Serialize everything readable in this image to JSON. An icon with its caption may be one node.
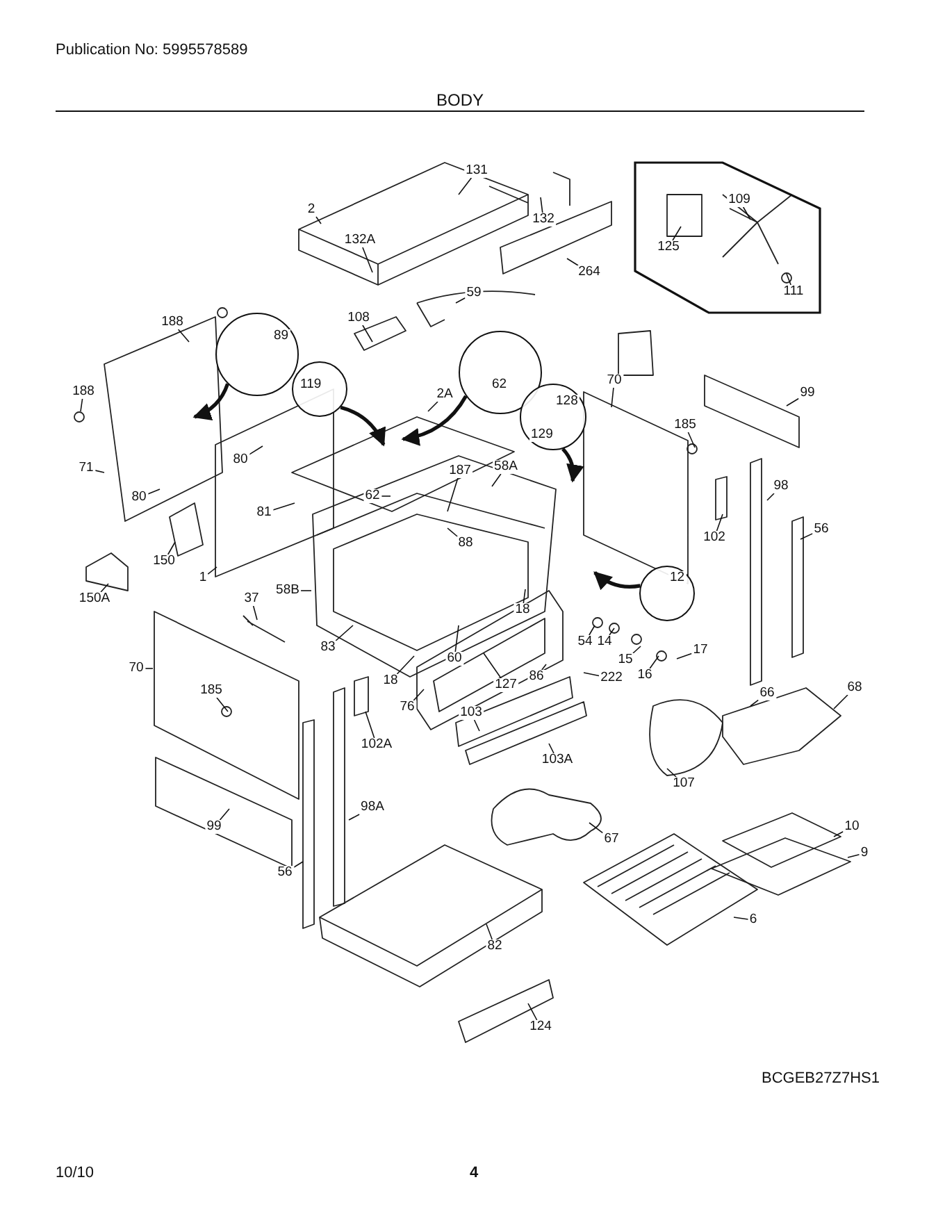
{
  "diagram": {
    "title": "BODY",
    "nodes": [
      {
        "text": [
          "131"
        ]
      },
      {
        "text": [
          "2"
        ]
      },
      {
        "text": [
          "132"
        ]
      },
      {
        "text": [
          "132A"
        ]
      },
      {
        "text": [
          "264"
        ]
      },
      {
        "text": [],
        "shape": "box"
      },
      {
        "text": [
          "125"
        ],
        "in": 5
      },
      {
        "text": [
          "109"
        ],
        "in": 5
      },
      {
        "text": [
          "111"
        ],
        "in": 5
      },
      {
        "text": [
          "59"
        ]
      },
      {
        "text": [
          "108"
        ]
      },
      {
        "text": [
          "188"
        ]
      },
      {
        "text": [
          "89"
        ]
      },
      {
        "text": [
          "62"
        ]
      },
      {
        "text": [
          "188"
        ]
      },
      {
        "text": [
          "70"
        ]
      },
      {
        "text": [
          "99"
        ]
      },
      {
        "text": [
          "2A"
        ]
      },
      {
        "text": [
          "119"
        ]
      },
      {
        "text": [
          "128",
          "129"
        ]
      },
      {
        "text": [
          "185"
        ]
      },
      {
        "text": [
          "80"
        ]
      },
      {
        "text": [
          "71"
        ]
      },
      {
        "text": [
          "187"
        ]
      },
      {
        "text": [
          "58A"
        ]
      },
      {
        "text": [
          "98"
        ]
      },
      {
        "text": [
          "62"
        ]
      },
      {
        "text": [
          "80"
        ]
      },
      {
        "text": [
          "81"
        ]
      },
      {
        "text": [
          "56"
        ]
      },
      {
        "text": [
          "102"
        ]
      },
      {
        "text": [
          "88"
        ]
      },
      {
        "text": [
          "150"
        ]
      },
      {
        "text": [
          "1"
        ]
      },
      {
        "text": [
          "58B"
        ]
      },
      {
        "text": [
          "150A"
        ]
      },
      {
        "text": [
          "37"
        ]
      },
      {
        "text": [
          "12"
        ]
      },
      {
        "text": [
          "18"
        ]
      },
      {
        "text": [
          "54"
        ]
      },
      {
        "text": [
          "14"
        ]
      },
      {
        "text": [
          "83"
        ]
      },
      {
        "text": [
          "60"
        ]
      },
      {
        "text": [
          "17"
        ]
      },
      {
        "text": [
          "15"
        ]
      },
      {
        "text": [
          "70"
        ]
      },
      {
        "text": [
          "16"
        ]
      },
      {
        "text": [
          "86"
        ]
      },
      {
        "text": [
          "222"
        ]
      },
      {
        "text": [
          "18"
        ]
      },
      {
        "text": [
          "127"
        ]
      },
      {
        "text": [
          "185"
        ]
      },
      {
        "text": [
          "68"
        ]
      },
      {
        "text": [
          "66"
        ]
      },
      {
        "text": [
          "76"
        ]
      },
      {
        "text": [
          "103"
        ]
      },
      {
        "text": [
          "102A"
        ]
      },
      {
        "text": [
          "103A"
        ]
      },
      {
        "text": [
          "107"
        ]
      },
      {
        "text": [
          "98A"
        ]
      },
      {
        "text": [
          "99"
        ]
      },
      {
        "text": [
          "10"
        ]
      },
      {
        "text": [
          "67"
        ]
      },
      {
        "text": [
          "9"
        ]
      },
      {
        "text": [
          "56"
        ]
      },
      {
        "text": [
          "6"
        ]
      },
      {
        "text": [
          "82"
        ]
      },
      {
        "text": [
          "124"
        ]
      }
    ],
    "edges": [
      {
        "from": 0,
        "to": null,
        "arrow": "none"
      },
      {
        "from": 1,
        "to": null,
        "arrow": "none"
      },
      {
        "from": 2,
        "to": null,
        "arrow": "none"
      },
      {
        "from": 3,
        "to": null,
        "arrow": "none"
      },
      {
        "from": 4,
        "to": null,
        "arrow": "none"
      },
      {
        "from": 6,
        "to": null,
        "arrow": "none"
      },
      {
        "from": 7,
        "to": null,
        "arrow": "none"
      },
      {
        "from": 8,
        "to": null,
        "arrow": "none"
      },
      {
        "from": 9,
        "to": null,
        "arrow": "none"
      },
      {
        "from": 10,
        "to": null,
        "arrow": "none"
      },
      {
        "from": 11,
        "to": null,
        "arrow": "none"
      },
      {
        "from": 12,
        "to": null,
        "arrow": "to",
        "style": "thick"
      },
      {
        "from": 13,
        "to": null,
        "arrow": "to",
        "style": "thick"
      },
      {
        "from": 14,
        "to": null,
        "arrow": "none"
      },
      {
        "from": 15,
        "to": null,
        "arrow": "none"
      },
      {
        "from": 16,
        "to": null,
        "arrow": "none"
      },
      {
        "from": 17,
        "to": null,
        "arrow": "none"
      },
      {
        "from": 18,
        "to": null,
        "arrow": "to",
        "style": "thick"
      },
      {
        "from": 19,
        "to": null,
        "arrow": "to",
        "style": "thick"
      },
      {
        "from": 20,
        "to": null,
        "arrow": "none"
      },
      {
        "from": 21,
        "to": null,
        "arrow": "none"
      },
      {
        "from": 22,
        "to": null,
        "arrow": "none"
      },
      {
        "from": 23,
        "to": null,
        "arrow": "none"
      },
      {
        "from": 24,
        "to": null,
        "arrow": "none"
      },
      {
        "from": 25,
        "to": null,
        "arrow": "none"
      },
      {
        "from": 26,
        "to": null,
        "arrow": "none"
      },
      {
        "from": 27,
        "to": null,
        "arrow": "none"
      },
      {
        "from": 28,
        "to": null,
        "arrow": "none"
      },
      {
        "from": 29,
        "to": null,
        "arrow": "none"
      },
      {
        "from": 30,
        "to": null,
        "arrow": "none"
      },
      {
        "from": 31,
        "to": null,
        "arrow": "none"
      },
      {
        "from": 32,
        "to": null,
        "arrow": "none"
      },
      {
        "from": 33,
        "to": null,
        "arrow": "none"
      },
      {
        "from": 34,
        "to": null,
        "arrow": "none"
      },
      {
        "from": 35,
        "to": null,
        "arrow": "none"
      },
      {
        "from": 36,
        "to": null,
        "arrow": "none"
      },
      {
        "from": 37,
        "to": null,
        "arrow": "to",
        "style": "thick"
      },
      {
        "from": 38,
        "to": null,
        "arrow": "none"
      },
      {
        "from": 39,
        "to": null,
        "arrow": "none"
      },
      {
        "from": 40,
        "to": null,
        "arrow": "none"
      },
      {
        "from": 41,
        "to": null,
        "arrow": "none"
      },
      {
        "from": 42,
        "to": null,
        "arrow": "none"
      },
      {
        "from": 43,
        "to": null,
        "arrow": "none"
      },
      {
        "from": 44,
        "to": null,
        "arrow": "none"
      },
      {
        "from": 45,
        "to": null,
        "arrow": "none"
      },
      {
        "from": 46,
        "to": null,
        "arrow": "none"
      },
      {
        "from": 47,
        "to": null,
        "arrow": "none"
      },
      {
        "from": 48,
        "to": null,
        "arrow": "none"
      },
      {
        "from": 49,
        "to": null,
        "arrow": "none"
      },
      {
        "from": 50,
        "to": null,
        "arrow": "none"
      },
      {
        "from": 51,
        "to": null,
        "arrow": "none"
      },
      {
        "from": 52,
        "to": null,
        "arrow": "none"
      },
      {
        "from": 53,
        "to": null,
        "arrow": "none"
      },
      {
        "from": 54,
        "to": null,
        "arrow": "none"
      },
      {
        "from": 55,
        "to": null,
        "arrow": "none"
      },
      {
        "from": 56,
        "to": null,
        "arrow": "none"
      },
      {
        "from": 57,
        "to": null,
        "arrow": "none"
      },
      {
        "from": 58,
        "to": null,
        "arrow": "none"
      },
      {
        "from": 59,
        "to": null,
        "arrow": "none"
      },
      {
        "from": 60,
        "to": null,
        "arrow": "none"
      },
      {
        "from": 61,
        "to": null,
        "arrow": "none"
      },
      {
        "from": 62,
        "to": null,
        "arrow": "none"
      },
      {
        "from": 63,
        "to": null,
        "arrow": "none"
      },
      {
        "from": 64,
        "to": null,
        "arrow": "none"
      },
      {
        "from": 65,
        "to": null,
        "arrow": "none"
      },
      {
        "from": 66,
        "to": null,
        "arrow": "none"
      },
      {
        "from": 67,
        "to": null,
        "arrow": "none"
      }
    ],
    "labels": [
      "Publication No: 5995578589",
      "BCGEB27Z7HS1",
      "10/10",
      "4"
    ]
  }
}
